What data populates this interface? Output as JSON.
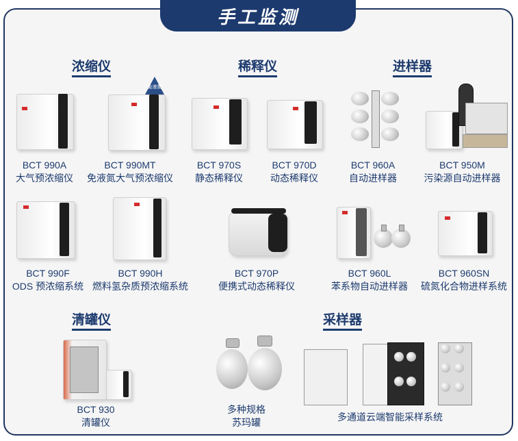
{
  "banner": {
    "title": "手工监测"
  },
  "categories": {
    "concentrator": "浓缩仪",
    "diluter": "稀释仪",
    "sampler_injector": "进样器",
    "canister_cleaner": "清罐仪",
    "sampler": "采样器"
  },
  "badge": {
    "text": "免液氮"
  },
  "products": [
    {
      "model": "BCT 990A",
      "name": "大气预浓缩仪"
    },
    {
      "model": "BCT 990MT",
      "name": "免液氮大气预浓缩仪"
    },
    {
      "model": "BCT 970S",
      "name": "静态稀释仪"
    },
    {
      "model": "BCT 970D",
      "name": "动态稀释仪"
    },
    {
      "model": "BCT 960A",
      "name": "自动进样器"
    },
    {
      "model": "BCT 950M",
      "name": "污染源自动进样器"
    },
    {
      "model": "BCT 990F",
      "name": "ODS 预浓缩系统"
    },
    {
      "model": "BCT 990H",
      "name": "燃料氢杂质预浓缩系统"
    },
    {
      "model": "BCT 970P",
      "name": "便携式动态稀释仪"
    },
    {
      "model": "BCT 960L",
      "name": "苯系物自动进样器"
    },
    {
      "model": "BCT 960SN",
      "name": "硫氮化合物进样系统"
    },
    {
      "model": "BCT 930",
      "name": "清罐仪"
    },
    {
      "model": "多种规格",
      "name": "苏玛罐"
    },
    {
      "model": "",
      "name": "多通道云端智能采样系统"
    }
  ]
}
